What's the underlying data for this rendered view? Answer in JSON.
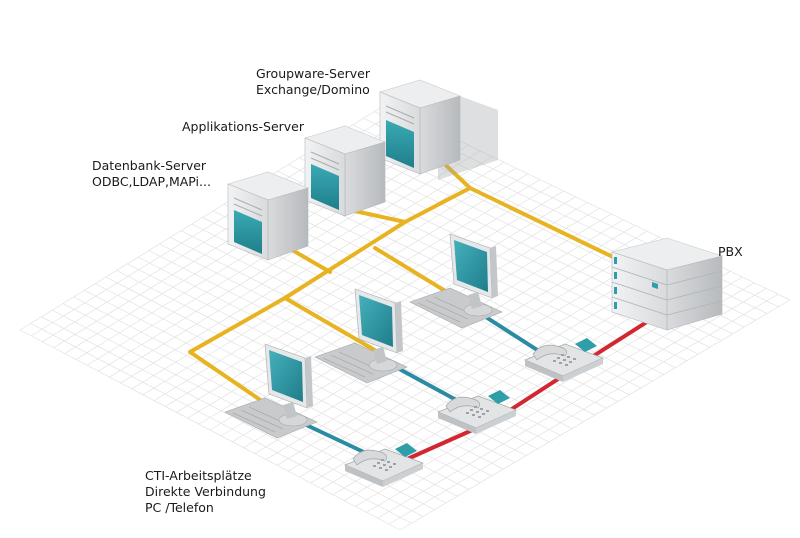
{
  "labels": {
    "groupware": [
      "Groupware-Server",
      "Exchange/Domino"
    ],
    "applikation": [
      "Applikations-Server"
    ],
    "datenbank": [
      "Datenbank-Server",
      "ODBC,LDAP,MAPi..."
    ],
    "pbx": [
      "PBX"
    ],
    "cti": [
      "CTI-Arbeitsplätze",
      "Direkte Verbindung",
      "PC /Telefon"
    ]
  },
  "colors": {
    "network_line": "#e8b321",
    "pc_phone_line": "#2a8ca3",
    "phone_pbx_line": "#d22630",
    "grid": "#e2e2e2",
    "device_teal": "#2f9ea8"
  }
}
